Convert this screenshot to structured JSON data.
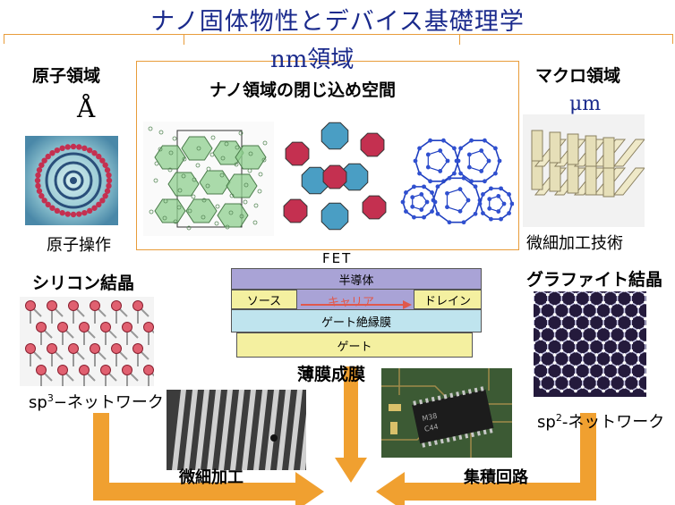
{
  "title": "ナノ固体物性とデバイス基礎理学",
  "left": {
    "atomic_region": "原子領域",
    "angstrom": "Å",
    "atom_manipulation": "原子操作",
    "silicon_crystal": "シリコン結晶",
    "sp3_prefix": "sp",
    "sp3_sup": "3",
    "sp3_suffix": "−ネットワーク"
  },
  "center": {
    "nm_region": "nm領域",
    "confinement": "ナノ領域の閉じ込め空間",
    "fet": "FET",
    "semiconductor": "半導体",
    "source": "ソース",
    "carrier": "キャリア",
    "drain": "ドレイン",
    "gate_insulator": "ゲート絶縁膜",
    "gate": "ゲート",
    "thin_film": "薄膜成膜",
    "microfab": "微細加工",
    "integrated_circuit": "集積回路"
  },
  "right": {
    "macro_region": "マクロ領域",
    "micrometer": "μm",
    "microfab_tech": "微細加工技術",
    "graphite_crystal": "グラファイト結晶",
    "sp2_prefix": "sp",
    "sp2_sup": "2",
    "sp2_suffix": "-ネットワーク"
  },
  "colors": {
    "title": "#1a2a8c",
    "bracket": "#e89c3a",
    "arrow": "#f0a030",
    "semiconductor": "#a9a3d6",
    "source_drain": "#f4f0a0",
    "insulator": "#bfe4ee",
    "gate": "#f4f0a0",
    "carrier": "#e0584c"
  }
}
